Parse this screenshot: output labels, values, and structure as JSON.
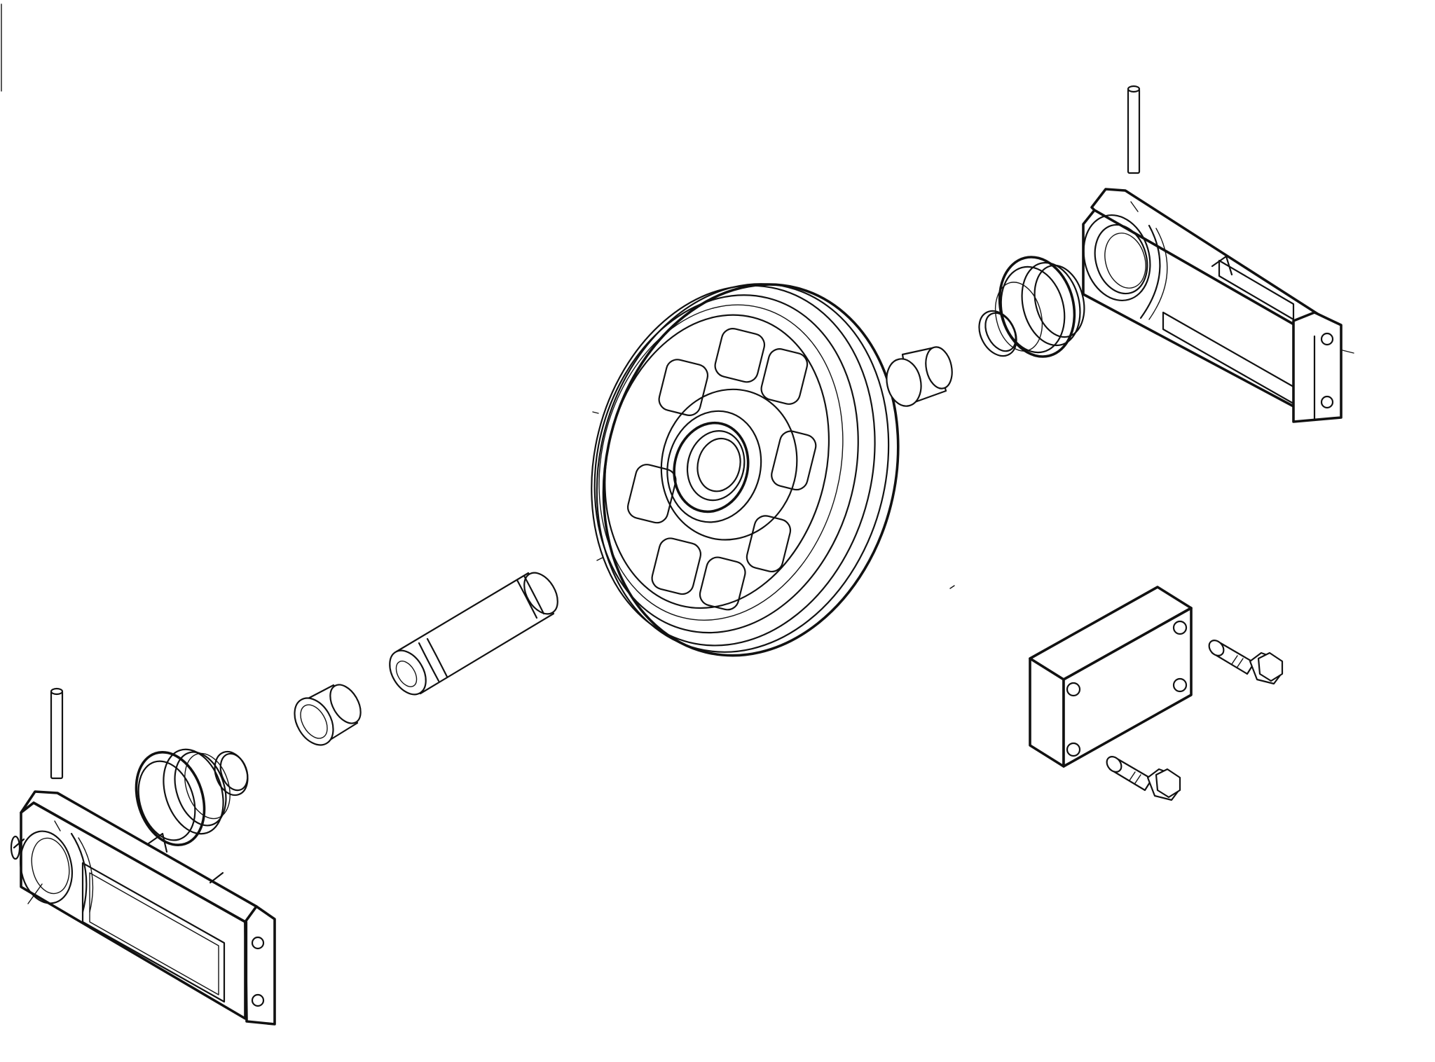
{
  "diagram": {
    "kind": "exploded-assembly-line-drawing",
    "labels": [],
    "colors": {
      "line": "#111111",
      "background": "#ffffff"
    },
    "parts": [
      "idler-wheel",
      "idler-shaft",
      "bushing",
      "floating-seal",
      "o-ring",
      "lock-pin",
      "bearing-block",
      "guide-plate",
      "hex-flange-bolt"
    ]
  }
}
